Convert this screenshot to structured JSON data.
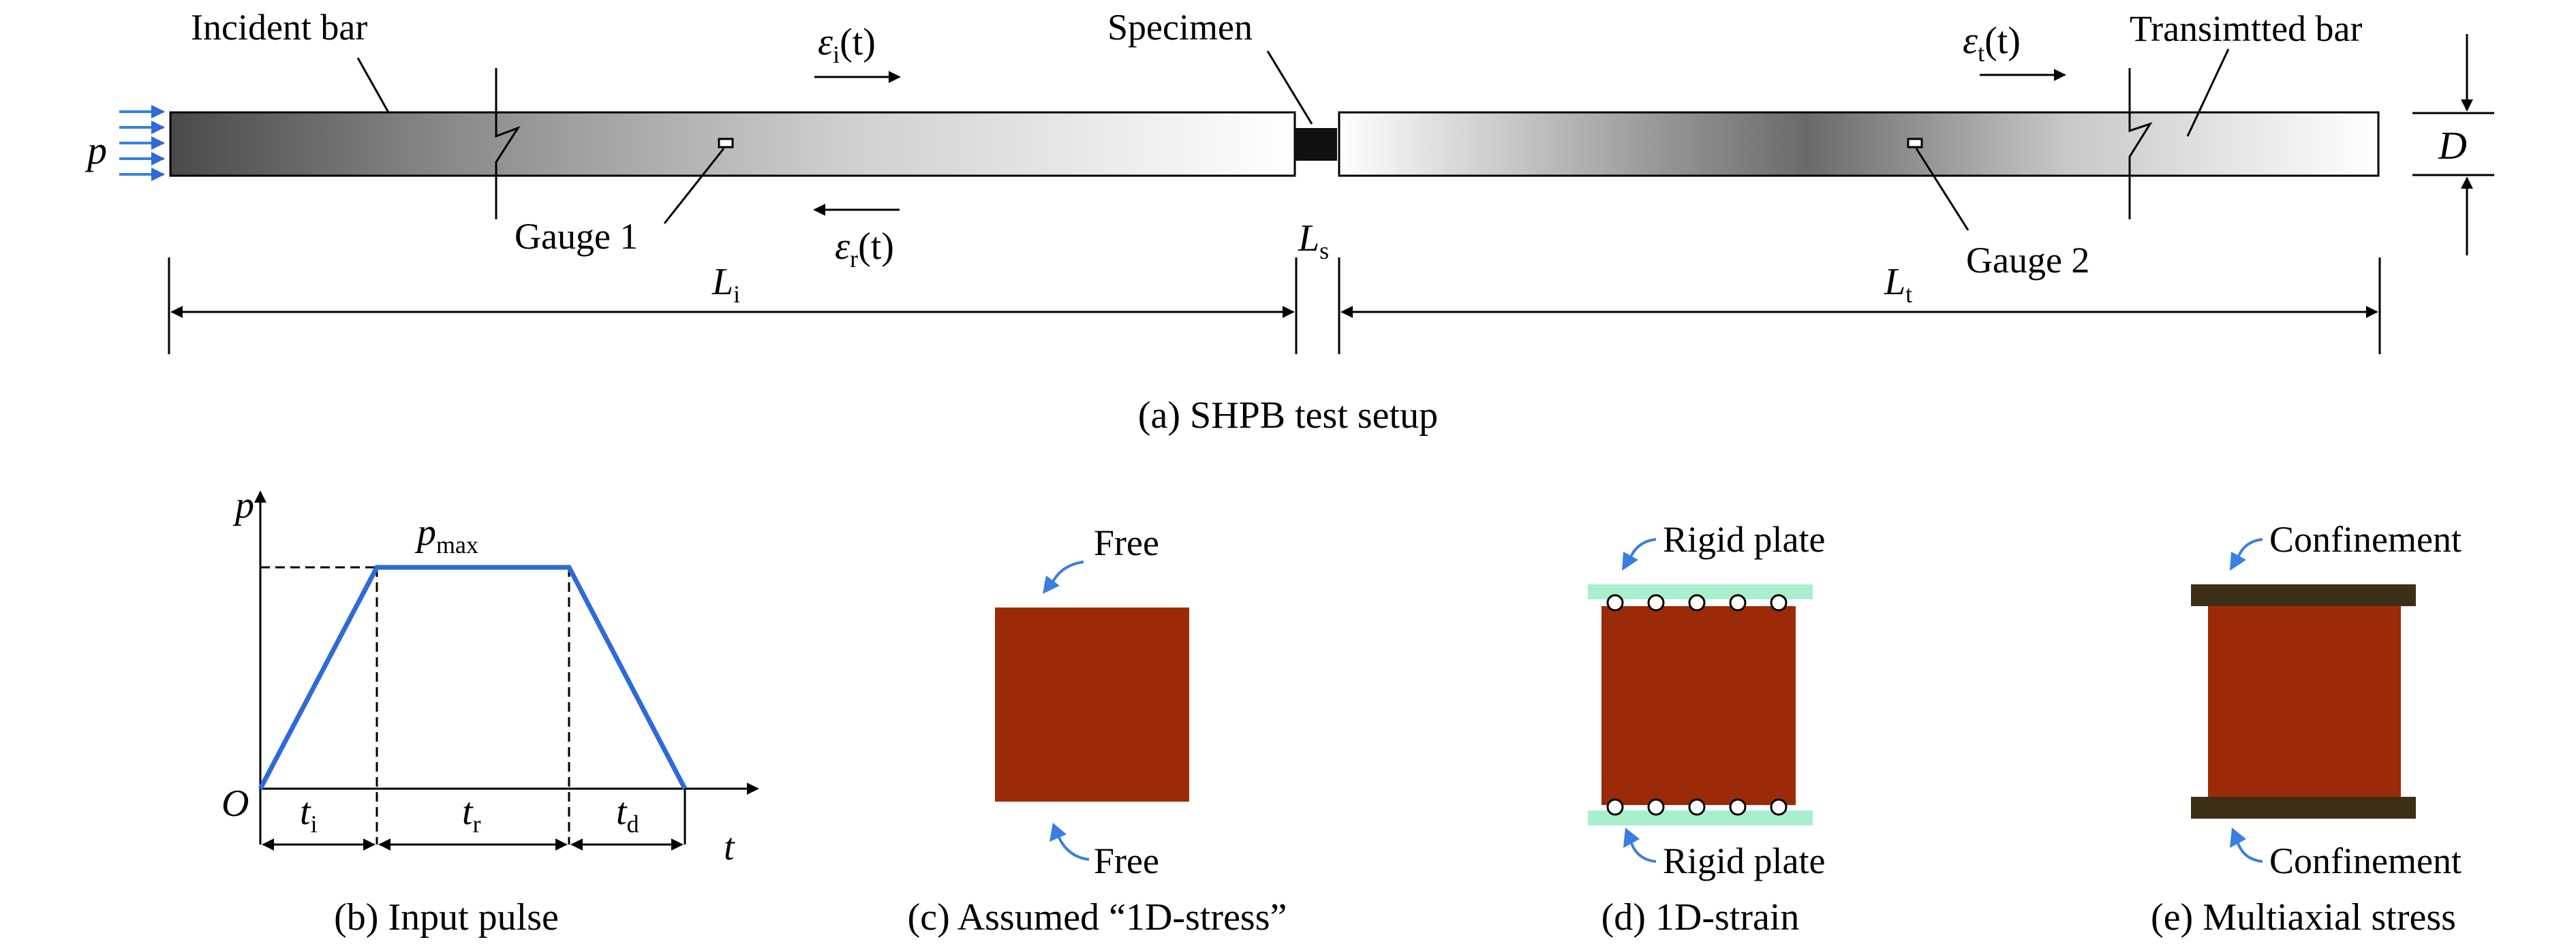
{
  "panel_a": {
    "caption": "(a) SHPB test setup",
    "incident_bar_label": "Incident bar",
    "transmitted_bar_label": "Transimtted bar",
    "specimen_label": "Specimen",
    "gauge1_label": "Gauge 1",
    "gauge2_label": "Gauge 2",
    "pressure_symbol": "p",
    "eps_main": "ε",
    "sub_i": "i",
    "sub_r": "r",
    "sub_t": "t",
    "sub_s": "s",
    "time_arg": "(t)",
    "length_symbol": "L",
    "diameter_label": "D"
  },
  "panel_b": {
    "caption": "(b) Input pulse",
    "p_axis": "p",
    "t_axis": "t",
    "origin": "O",
    "pmax_main": "p",
    "pmax_sub": "max",
    "time_main": "t",
    "sub_i": "i",
    "sub_r": "r",
    "sub_d": "d"
  },
  "panel_c": {
    "caption": "(c) Assumed “1D-stress”",
    "top_label": "Free",
    "bottom_label": "Free"
  },
  "panel_d": {
    "caption": "(d) 1D-strain",
    "top_label": "Rigid plate",
    "bottom_label": "Rigid plate"
  },
  "panel_e": {
    "caption": "(e) Multiaxial stress",
    "top_label": "Confinement",
    "bottom_label": "Confinement"
  },
  "colors": {
    "specimen": "#9B2B08",
    "rigid_plate": "#A8EFD0",
    "confinement": "#3D2E17",
    "blue_arrow": "#3A7FE0",
    "pulse_line": "#2E6AD8"
  }
}
